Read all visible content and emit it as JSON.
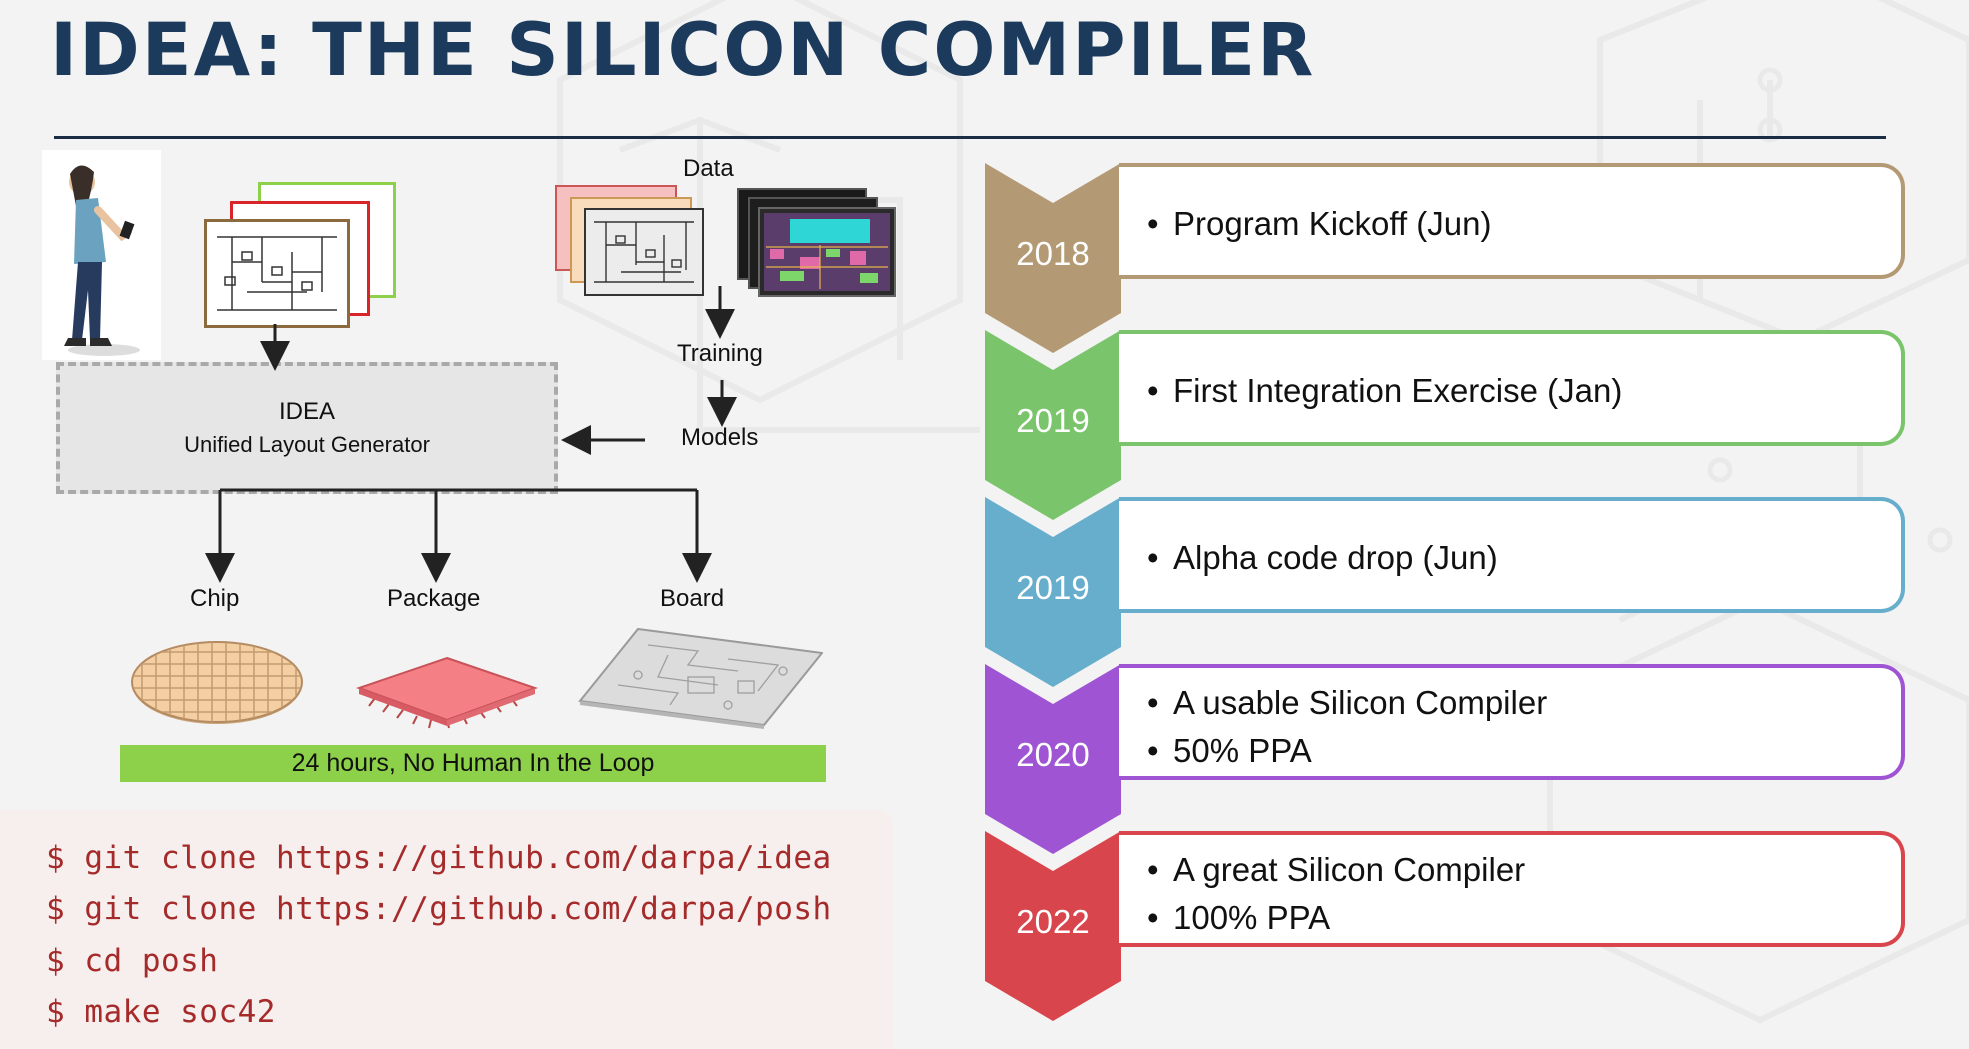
{
  "title": "IDEA: THE SILICON COMPILER",
  "diagram": {
    "data_label": "Data",
    "training_label": "Training",
    "models_label": "Models",
    "generator": {
      "line1": "IDEA",
      "line2": "Unified Layout Generator"
    },
    "outputs": [
      {
        "label": "Chip"
      },
      {
        "label": "Package"
      },
      {
        "label": "Board"
      }
    ],
    "banner": "24 hours, No Human In the Loop"
  },
  "code": [
    "$ git clone https://github.com/darpa/idea",
    "$ git clone https://github.com/darpa/posh",
    "$ cd posh",
    "$ make soc42"
  ],
  "timeline": [
    {
      "year": "2018",
      "color": "#b49a74",
      "items": [
        "Program Kickoff (Jun)"
      ]
    },
    {
      "year": "2019",
      "color": "#7ac46b",
      "items": [
        "First Integration Exercise (Jan)"
      ]
    },
    {
      "year": "2019",
      "color": "#67aecd",
      "items": [
        "Alpha code drop (Jun)"
      ]
    },
    {
      "year": "2020",
      "color": "#9f55d3",
      "items": [
        "A usable Silicon Compiler",
        "50% PPA"
      ]
    },
    {
      "year": "2022",
      "color": "#d9454c",
      "items": [
        "A great Silicon Compiler",
        "100% PPA"
      ]
    }
  ],
  "bullet": "•"
}
